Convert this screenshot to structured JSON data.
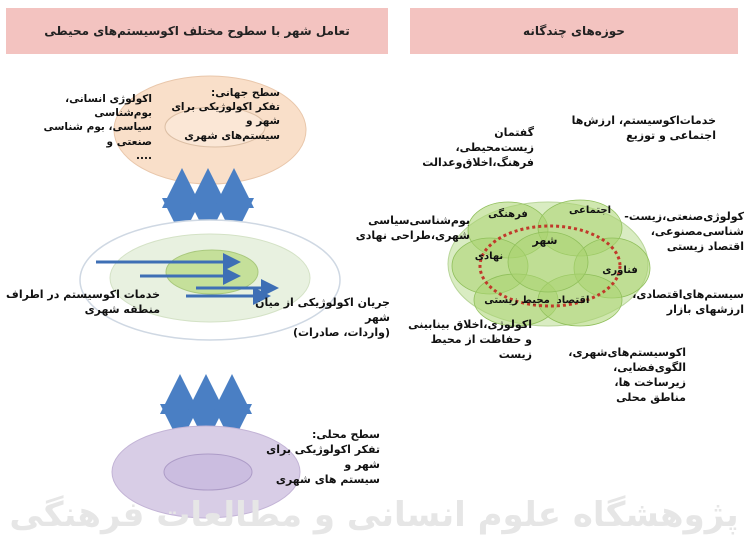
{
  "headers": {
    "left": "تعامل شهر با سطوح مختلف اکوسیستم‌های محیطی",
    "right": "حوزه‌های چندگانه"
  },
  "left_diagram": {
    "global_left_text": "اکولوژی انسانی، بوم‌شناسی\nسیاسی، بوم شناسی صنعتی و\n....",
    "global_level": "سطح جهانی:\nتفکر اکولوژیکی برای شهر و\nسیستم‌های شهری",
    "ecosystem_services": "خدمات اکوسیستم در اطراف\nمنطقه شهری",
    "flow": "جریان اکولوژیکی از میان شهر\n(واردات، صادرات)",
    "local_level": "سطح محلی:\nتفکر اکولوژیکی برای شهر و\nسیستم های شهری"
  },
  "right_diagram": {
    "discourse": "گفتمان زیست‌محیطی،\nفرهنگ،اخلاق‌وعدالت",
    "services_values": "خدمات‌اکوسیستم، ارزش‌ها\nاجتماعی و توزیع",
    "political_ecology": "بوم‌شناسی‌سیاسی\nشهری،طراحی نهادی",
    "industrial_ecology": "کولوژی‌صنعتی،زیست-\nشناسی‌مصنوعی،\nاقتصاد زیستی",
    "economic_systems": "سیستم‌های‌اقتصادی،\nارزشهای بازار",
    "ethics": "اکولوژی،اخلاق بینابینی\nو حفاظت از محیط\nزیست",
    "urban_ecosystems": "اکوسیستم‌های‌شهری،\nالگوی‌فضایی،\nزیرساخت ها،\nمناطق محلی",
    "petals": {
      "culture": "فرهنگی",
      "social": "اجتماعی",
      "institutional": "نهادی",
      "city": "شهر",
      "technology": "فناوری",
      "environmental": "محیط زیستی",
      "economic": "اقتصاد"
    }
  },
  "watermark": "پژوهشگاه علوم انسانی و مطالعات فرهنگی",
  "colors": {
    "header_bg": "#f3c3c0",
    "global_ring": "#f9dfc9",
    "mid_ring": "#e8f1e0",
    "mid_core": "#c5e09a",
    "local_ring": "#d8cde6",
    "petals": "#a9d36f",
    "dashed_ring": "#c0392b",
    "arrows": "#4a7fc4"
  }
}
